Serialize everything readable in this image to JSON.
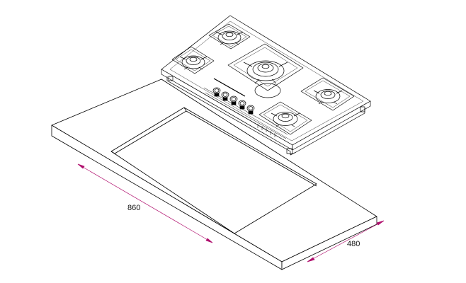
{
  "diagram": {
    "dimensions": {
      "width": "860",
      "depth": "480"
    },
    "colors": {
      "line": "#000000",
      "dimension": "#b0106e",
      "background": "#ffffff"
    },
    "burners": 5,
    "knobs": 5
  }
}
